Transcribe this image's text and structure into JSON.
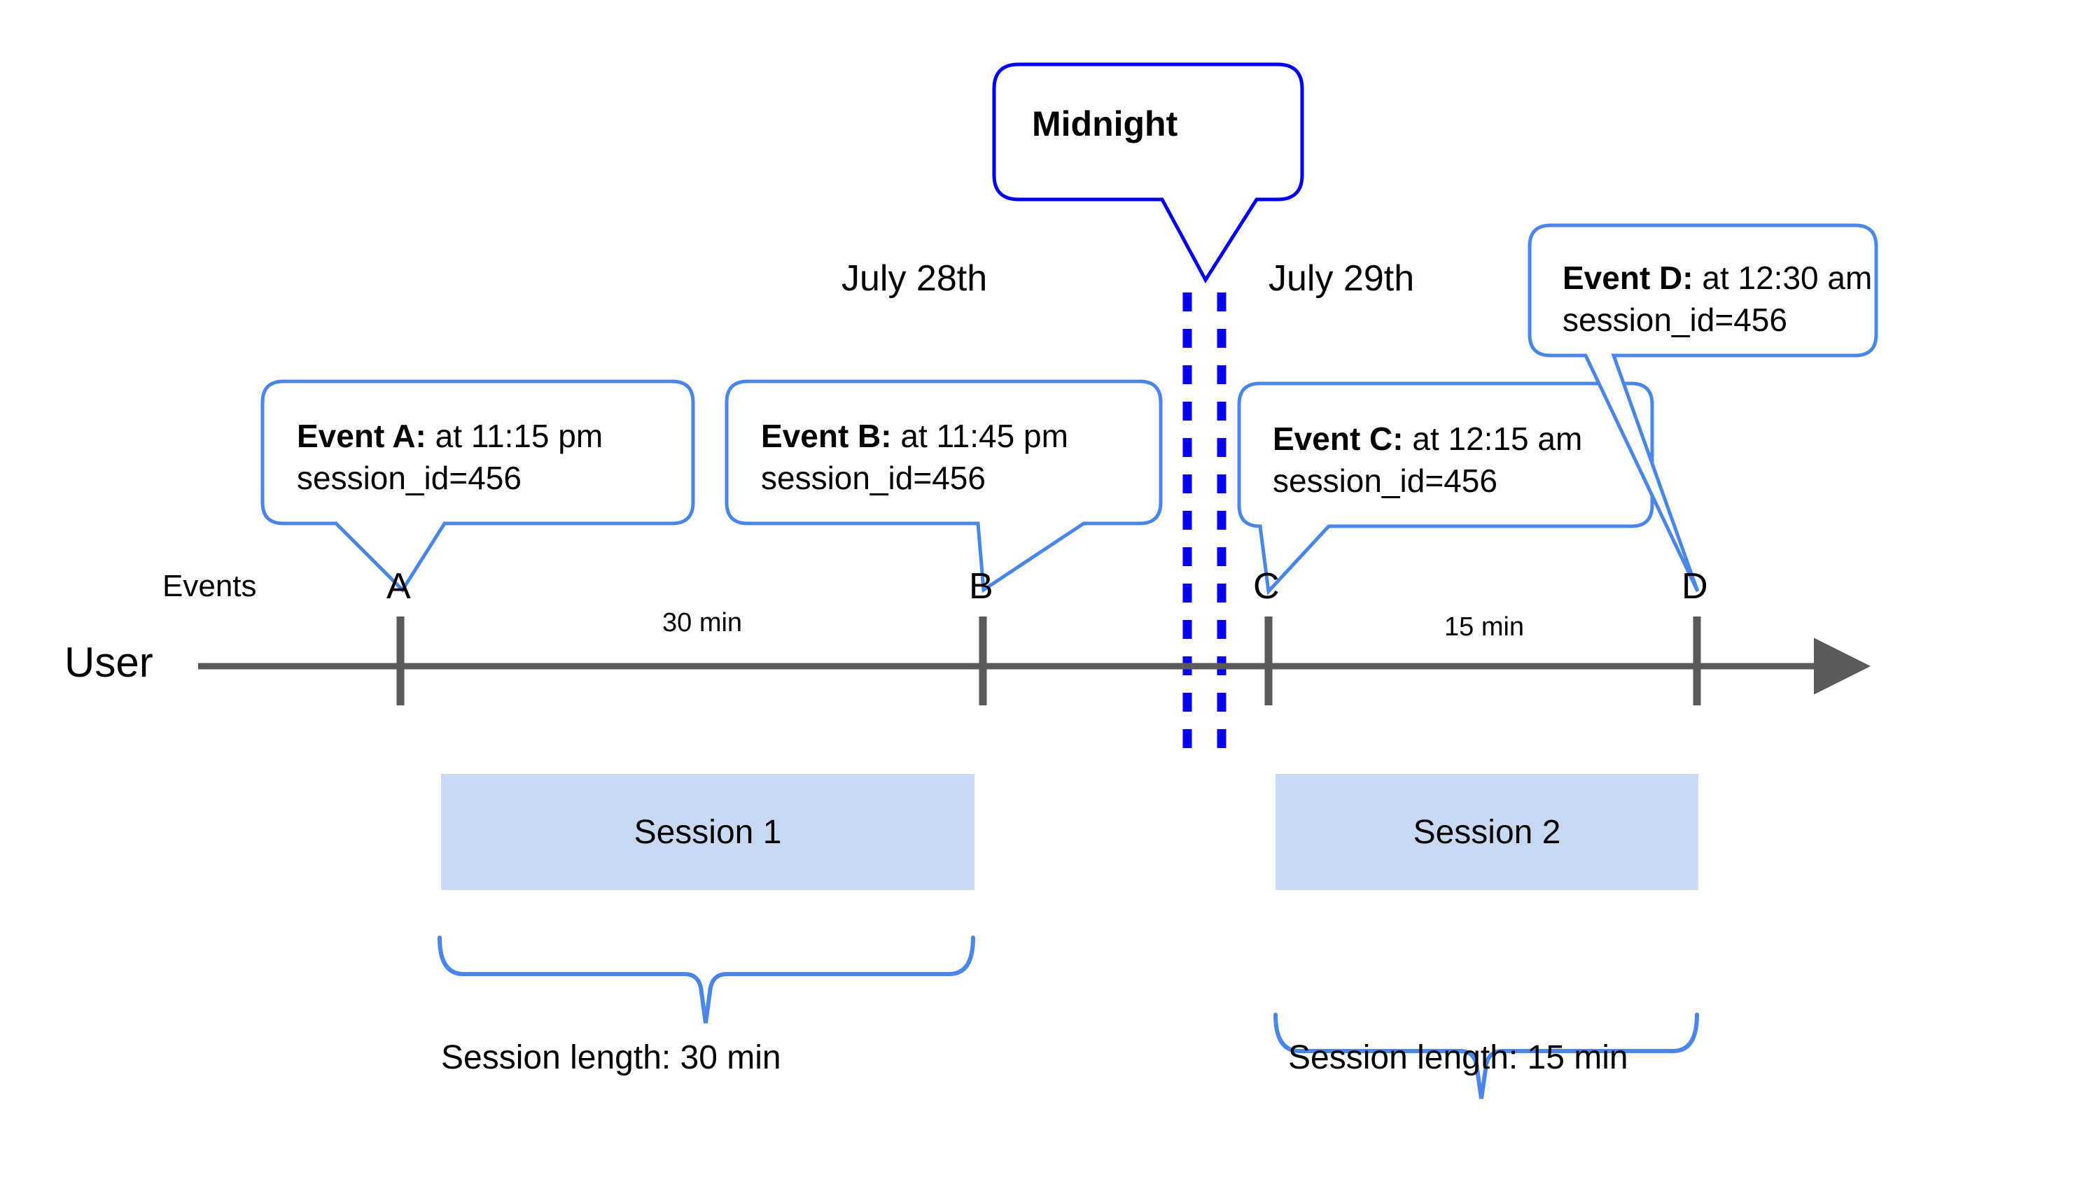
{
  "diagram": {
    "title_callout": {
      "label": "Midnight"
    },
    "axis": {
      "row_label": "User",
      "events_label": "Events"
    },
    "dates": [
      {
        "label": "July 28th"
      },
      {
        "label": "July 29th"
      }
    ],
    "markers": [
      {
        "id": "A",
        "label": "A"
      },
      {
        "id": "B",
        "label": "B"
      },
      {
        "id": "C",
        "label": "C"
      },
      {
        "id": "D",
        "label": "D"
      }
    ],
    "durations": [
      {
        "label": "30 min"
      },
      {
        "label": "15 min"
      }
    ],
    "event_callouts": [
      {
        "name": "Event A:",
        "time": " at 11:15 pm",
        "session": "session_id=456"
      },
      {
        "name": "Event B:",
        "time": " at 11:45 pm",
        "session": "session_id=456"
      },
      {
        "name": "Event C:",
        "time": " at 12:15 am",
        "session": "session_id=456"
      },
      {
        "name": "Event D:",
        "time": " at 12:30 am",
        "session": "session_id=456"
      }
    ],
    "sessions": [
      {
        "label": "Session 1",
        "length_label": "Session length: 30 min"
      },
      {
        "label": "Session 2",
        "length_label": "Session length: 15 min"
      }
    ],
    "colors": {
      "callout_border": "#4a86e8",
      "midnight_border": "#0000ee",
      "midnight_divider": "#0000ee",
      "axis": "#5a5a5a",
      "session_fill": "#c9d9f4",
      "brace": "#4a86e8"
    }
  }
}
